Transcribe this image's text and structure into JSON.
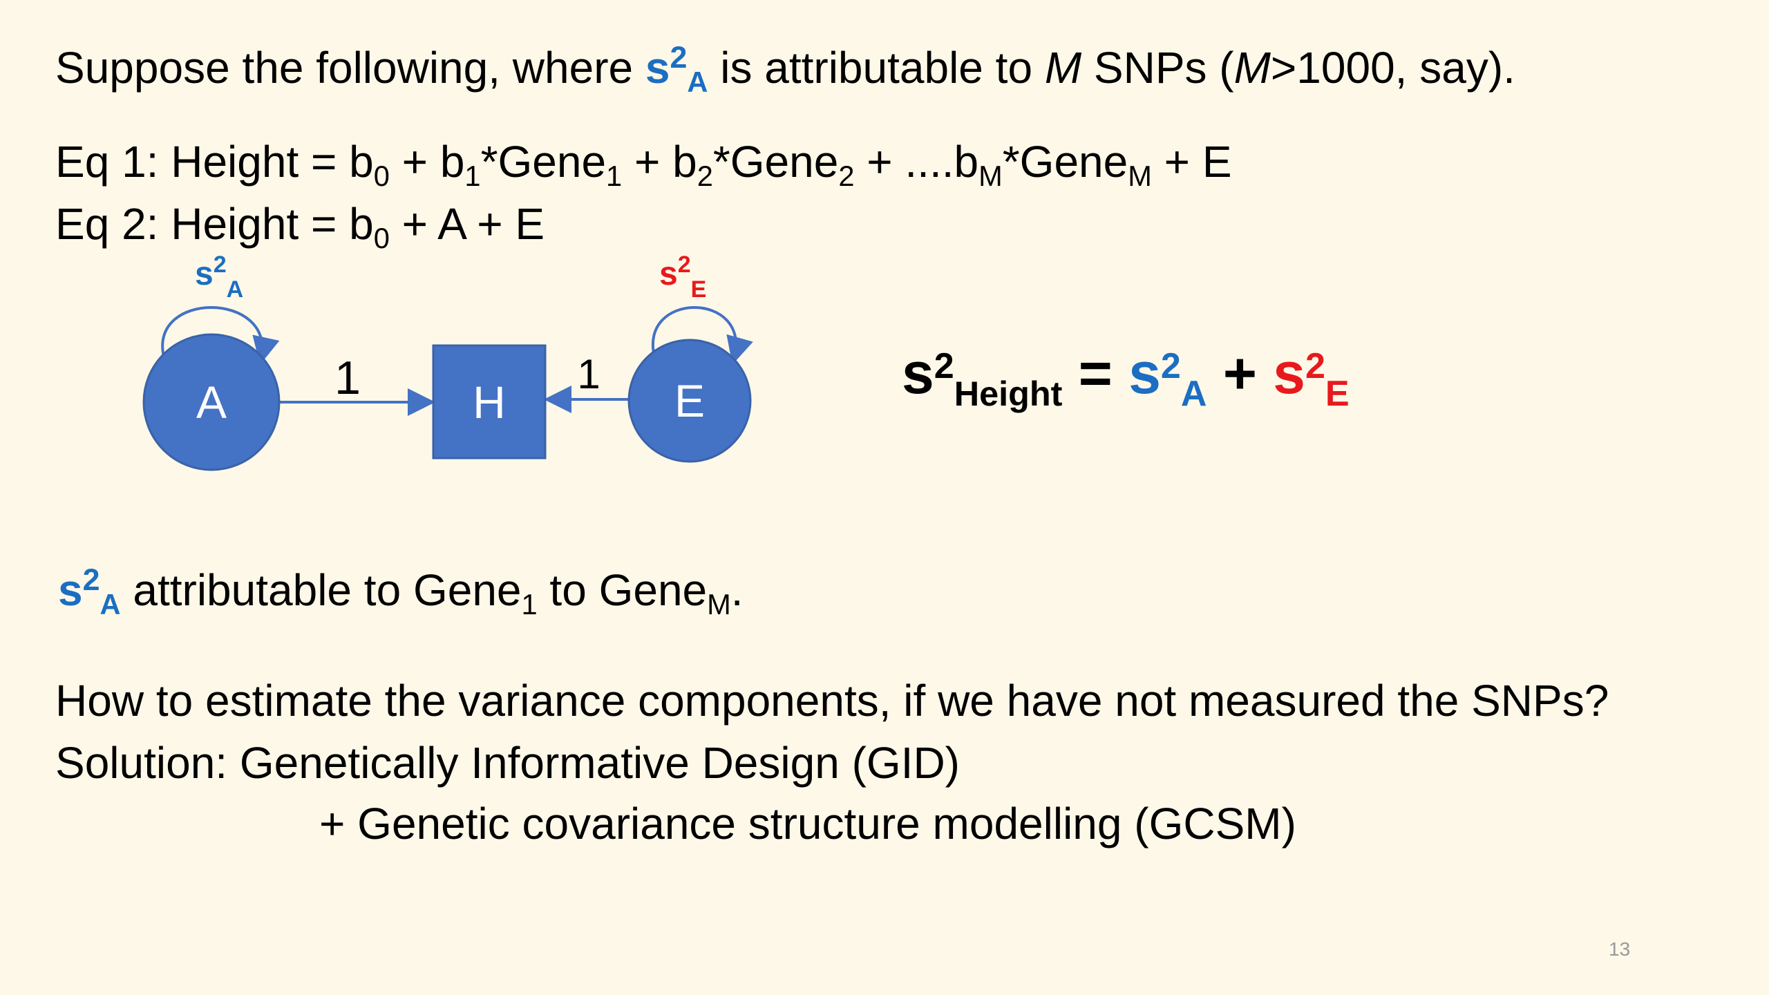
{
  "line1": {
    "pre": "Suppose the following, where ",
    "sym": "s",
    "sym_sup": "2",
    "sym_sub": "A",
    "mid": " is attributable to ",
    "m1": "M",
    "mid2": " SNPs (",
    "m2": "M",
    "post": ">1000, say)."
  },
  "eq1": {
    "t1": "Eq 1: Height = b",
    "s1": "0",
    "t2": " + b",
    "s2": "1",
    "t3": "*Gene",
    "s3": "1",
    "t4": " + b",
    "s4": "2",
    "t5": "*Gene",
    "s5": "2",
    "t6": " + ....b",
    "s6": "M",
    "t7": "*Gene",
    "s7": "M",
    "t8": " + E"
  },
  "eq2": {
    "t1": "Eq 2: Height = b",
    "s1": "0",
    "t2": " + A + E"
  },
  "diagram": {
    "node_a": "A",
    "node_h": "H",
    "node_e": "E",
    "path_a": "1",
    "path_e": "1",
    "var_a_sym": "s",
    "var_a_sup": "2",
    "var_a_sub": "A",
    "var_e_sym": "s",
    "var_e_sup": "2",
    "var_e_sub": "E",
    "node_color": "#4472C4",
    "node_stroke": "#3A62A8"
  },
  "formula": {
    "lhs_sym": "s",
    "lhs_sup": "2",
    "lhs_sub": "Height",
    "eq": " = ",
    "a_sym": "s",
    "a_sup": "2",
    "a_sub": "A",
    "plus": " + ",
    "e_sym": "s",
    "e_sup": "2",
    "e_sub": "E"
  },
  "line_attr": {
    "sym": "s",
    "sym_sup": "2",
    "sym_sub": "A",
    "t1": " attributable to Gene",
    "s1": "1",
    "t2": " to Gene",
    "s2": "M",
    "t3": "."
  },
  "question": "How to estimate the variance components, if we have not measured the SNPs?",
  "solution1": "Solution: Genetically Informative Design (GID)",
  "solution2": "+ Genetic covariance structure modelling (GCSM)",
  "page_number": "13",
  "colors": {
    "blue": "#1B6EC2",
    "red": "#E8191C",
    "background": "#FEF8E8"
  }
}
